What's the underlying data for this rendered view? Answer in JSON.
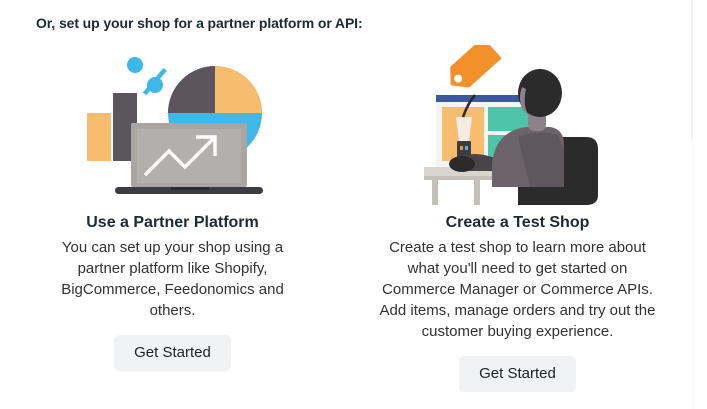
{
  "page": {
    "background_color": "#ffffff",
    "heading": "Or, set up your shop for a partner platform or API:"
  },
  "colors": {
    "text_dark": "#1c2b33",
    "text_body": "#323232",
    "button_bg": "#f1f2f3",
    "illustration_blue": "#3db8e8",
    "illustration_orange": "#f7bd6e",
    "illustration_tag_orange": "#f2912a",
    "illustration_gray": "#5c555c",
    "illustration_light_gray": "#b3aca8",
    "illustration_teal": "#4ec4a8",
    "illustration_dark": "#2b2b2b",
    "illustration_skin": "#8d8289"
  },
  "cards": [
    {
      "id": "partner-platform",
      "illustration_name": "analytics-charts-laptop-illustration",
      "title": "Use a Partner Platform",
      "body": "You can set up your shop using a partner platform like Shopify, BigCommerce, Feedonomics and others.",
      "button_label": "Get Started"
    },
    {
      "id": "test-shop",
      "illustration_name": "person-at-desk-with-price-tag-illustration",
      "title": "Create a Test Shop",
      "body": "Create a test shop to learn more about what you'll need to get started on Commerce Manager or Commerce APIs. Add items, manage orders and try out the customer buying experience.",
      "button_label": "Get Started"
    }
  ],
  "scrollbar": {
    "orientation": "vertical",
    "thumb_position": "top"
  }
}
